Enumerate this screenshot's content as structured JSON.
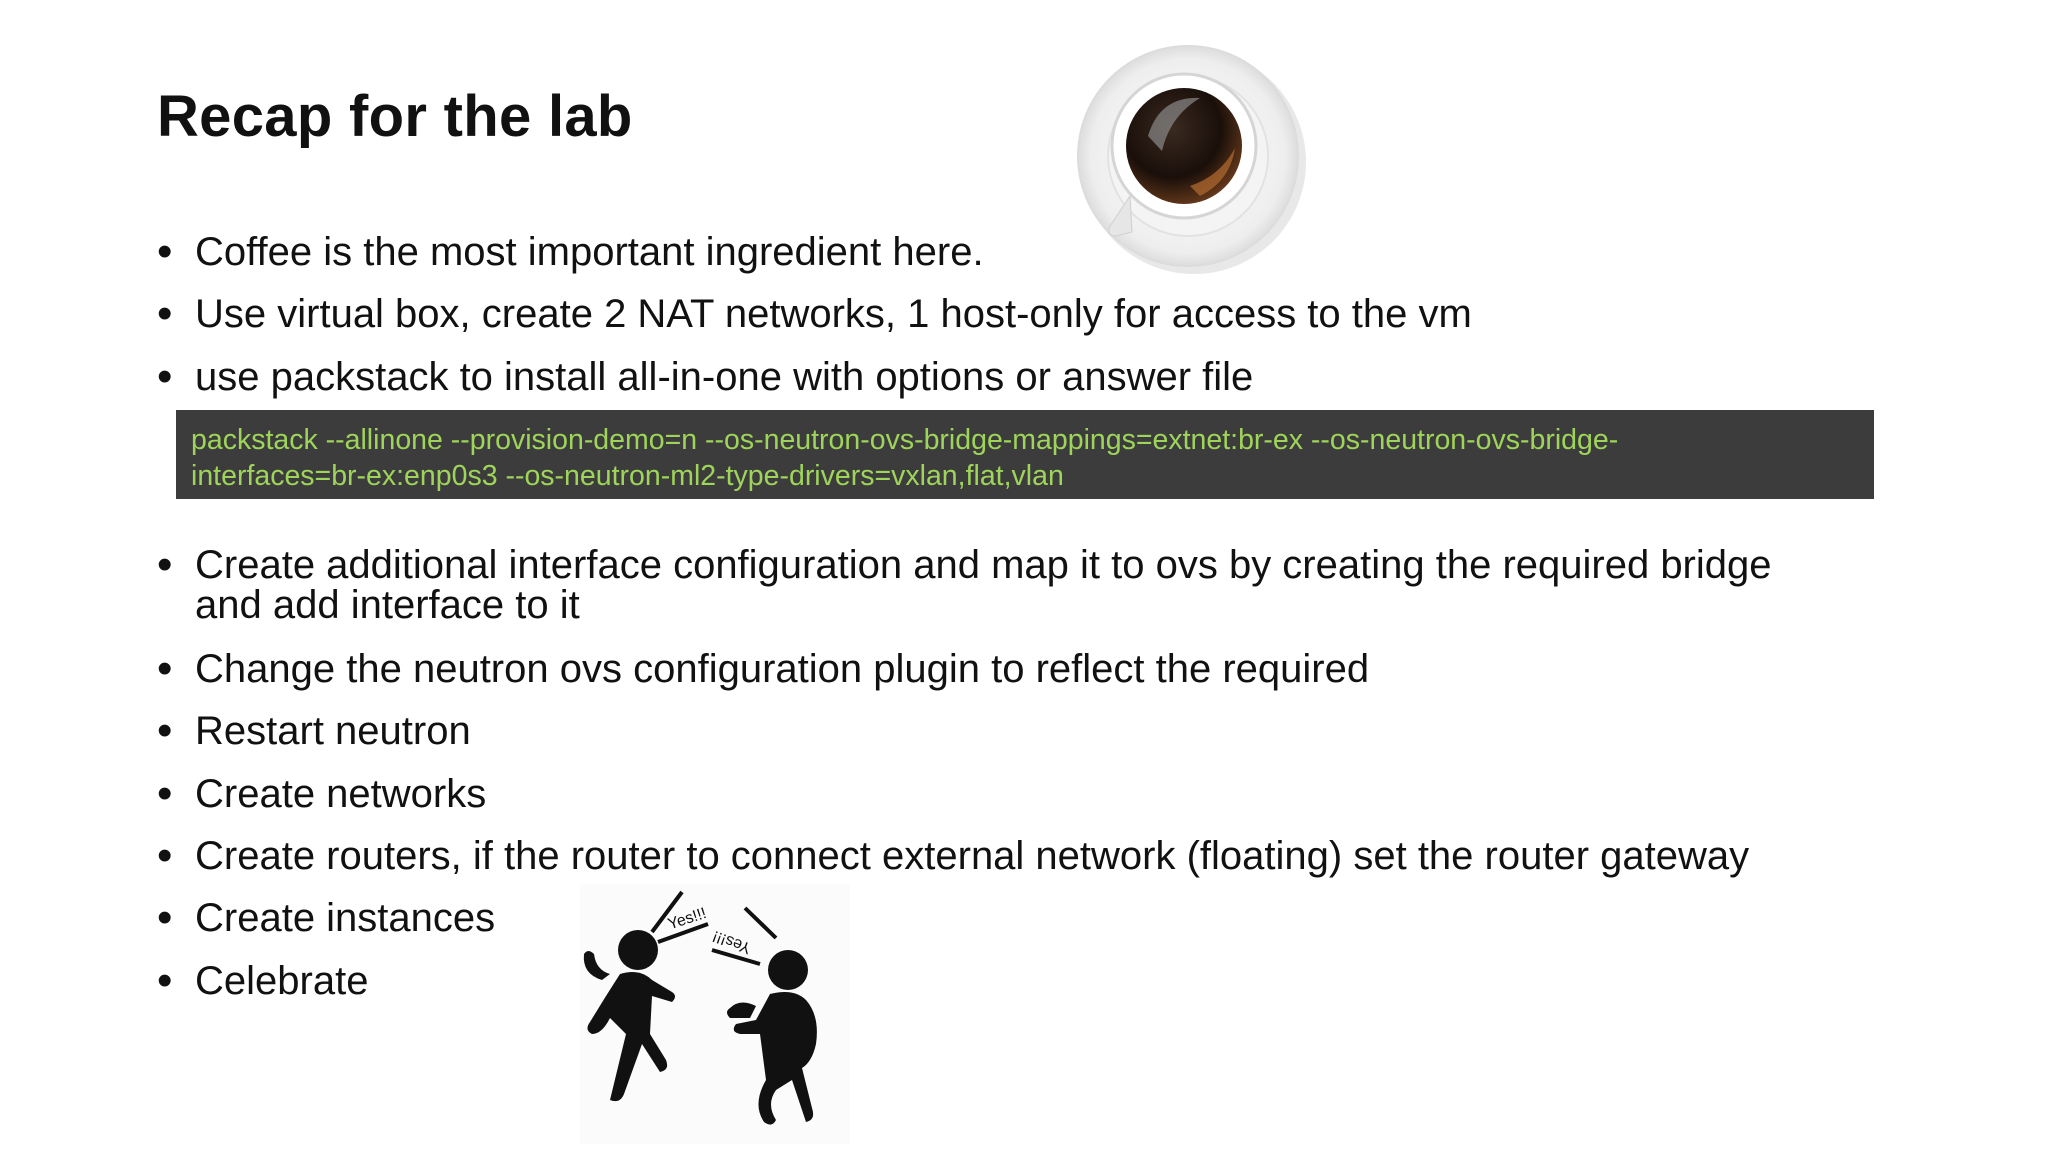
{
  "slide": {
    "title": "Recap for the lab",
    "bullets_top": [
      "Coffee is the most important ingredient here.",
      "Use virtual box, create 2 NAT networks, 1 host-only for access to the vm",
      "use packstack to install all-in-one with options or answer file"
    ],
    "code_lines": [
      "packstack --allinone --provision-demo=n --os-neutron-ovs-bridge-mappings=extnet:br-ex --os-neutron-ovs-bridge-",
      "interfaces=br-ex:enp0s3 --os-neutron-ml2-type-drivers=vxlan,flat,vlan"
    ],
    "bullet_multiline": [
      "Create additional interface configuration and map it to ovs by creating the required bridge",
      "and add interface to it"
    ],
    "bullets_bottom": [
      "Change the neutron ovs configuration plugin to reflect the required",
      "Restart neutron",
      "Create networks",
      "Create routers, if the router to connect external network (floating) set the router gateway",
      "Create instances",
      "Celebrate"
    ],
    "bullet_symbol": "•",
    "celebrate_text_left": "Yes!!!",
    "celebrate_text_right": "Yes!!!"
  },
  "colors": {
    "code_background": "#3c3c3c",
    "code_text": "#9ed45a",
    "text": "#111111"
  },
  "icons": {
    "coffee": "coffee-cup-image",
    "celebrate": "celebrating-people-image"
  }
}
